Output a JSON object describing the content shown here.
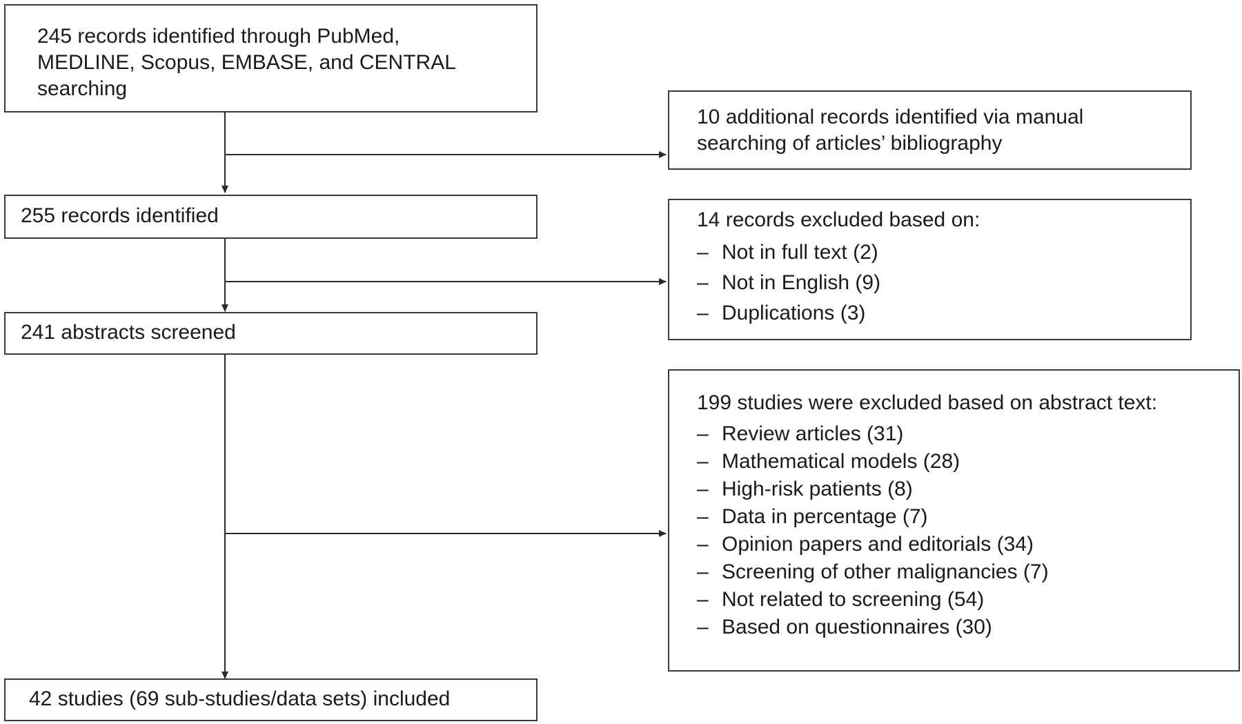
{
  "boxes": {
    "identified_db": {
      "lines": [
        "245 records identified through PubMed,",
        "MEDLINE, Scopus, EMBASE, and CENTRAL",
        "searching"
      ]
    },
    "additional": {
      "lines": [
        "10 additional records identified via manual",
        "searching of articles’ bibliography"
      ]
    },
    "identified_total": {
      "text": "255 records identified"
    },
    "excluded_records": {
      "heading": "14 records excluded based on:",
      "items": [
        "Not in full text (2)",
        "Not in English (9)",
        "Duplications (3)"
      ]
    },
    "abstracts_screened": {
      "text": "241 abstracts screened"
    },
    "excluded_studies": {
      "heading": "199 studies were excluded based on abstract text:",
      "items": [
        "Review articles (31)",
        "Mathematical models (28)",
        "High-risk patients (8)",
        "Data in percentage (7)",
        "Opinion papers and editorials (34)",
        "Screening of other malignancies (7)",
        "Not related to screening (54)",
        "Based on questionnaires (30)"
      ]
    },
    "included": {
      "text": "42 studies (69 sub-studies/data sets) included"
    }
  },
  "list_marker": "–",
  "colors": {
    "stroke": "#3a3a3a",
    "text": "#1a1a1a"
  }
}
